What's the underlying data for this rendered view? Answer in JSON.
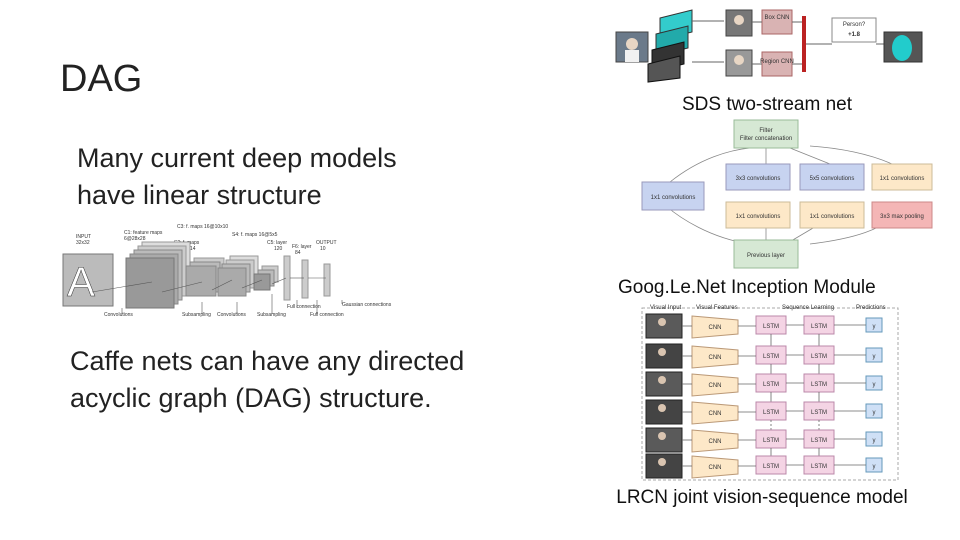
{
  "slide": {
    "title": "DAG",
    "text1": "Many current deep models have linear structure",
    "text2": "Caffe nets can have any directed acyclic graph (DAG) structure.",
    "sds_caption": "SDS two-stream net",
    "googlenet_caption": "Goog.Le.Net Inception Module",
    "lrcn_caption": "LRCN joint vision-sequence model"
  },
  "lenet": {
    "input": "INPUT",
    "input_size": "32x32",
    "c1": "C1: feature maps",
    "c1_size": "6@28x28",
    "s2": "S2: f. maps",
    "s2_size": "6@14x14",
    "c3": "C3: f. maps 16@10x10",
    "s4": "S4: f. maps 16@5x5",
    "c5": "C5: layer",
    "c5_size": "120",
    "f6": "F6: layer",
    "f6_size": "84",
    "output": "OUTPUT",
    "output_size": "10",
    "conv1": "Convolutions",
    "sub1": "Subsampling",
    "conv2": "Convolutions",
    "sub2": "Subsampling",
    "full": "Full connection",
    "gauss": "Gaussian connections",
    "full2": "Full connection"
  },
  "sds": {
    "box": "Box CNN",
    "region": "Region CNN",
    "question": "Person?",
    "score": "+1.8"
  },
  "inception": {
    "concat": "Filter concatenation",
    "c3x3": "3x3 convolutions",
    "c5x5": "5x5 convolutions",
    "c1x1_right": "1x1 convolutions",
    "c1x1_left": "1x1 convolutions",
    "r1x1_a": "1x1 convolutions",
    "r1x1_b": "1x1 convolutions",
    "pool": "3x3 max pooling",
    "prev": "Previous layer"
  },
  "lrcn": {
    "visual_input": "Visual Input",
    "visual_features": "Visual Features",
    "sequence_learning": "Sequence Learning",
    "predictions": "Predictions",
    "cnn": "CNN",
    "lstm": "LSTM",
    "pred": "y"
  }
}
